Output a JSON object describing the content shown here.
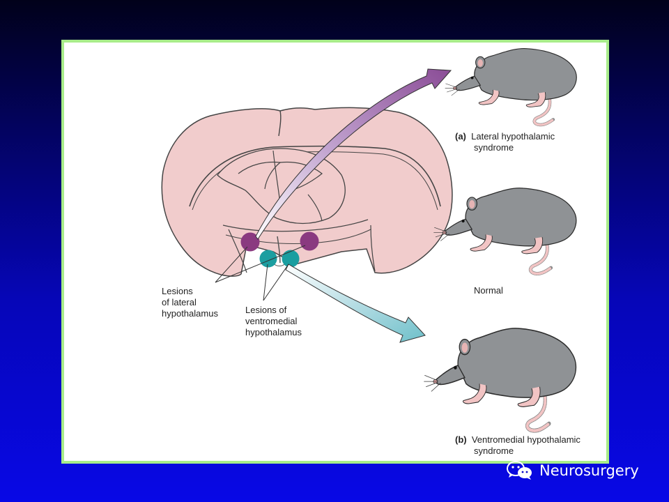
{
  "labels": {
    "lesions_lateral": [
      "Lesions",
      "of lateral",
      "hypothalamus"
    ],
    "lesions_ventromedial": [
      "Lesions of",
      "ventromedial",
      "hypothalamus"
    ],
    "panel_a": {
      "letter": "(a)",
      "line1": "Lateral hypothalamic",
      "line2": "syndrome"
    },
    "normal": "Normal",
    "panel_b": {
      "letter": "(b)",
      "line1": "Ventromedial hypothalamic",
      "line2": "syndrome"
    }
  },
  "watermark": {
    "icon": "wechat-icon",
    "text": "Neurosurgery"
  },
  "colors": {
    "frame_border": "#a8ec8a",
    "brain": "#f1cccc",
    "lateral_lesion": "#8a3a80",
    "ventromedial_lesion": "#1b9ea0",
    "rat_body": "#8f9295",
    "rat_pink": "#f2c4c4"
  }
}
